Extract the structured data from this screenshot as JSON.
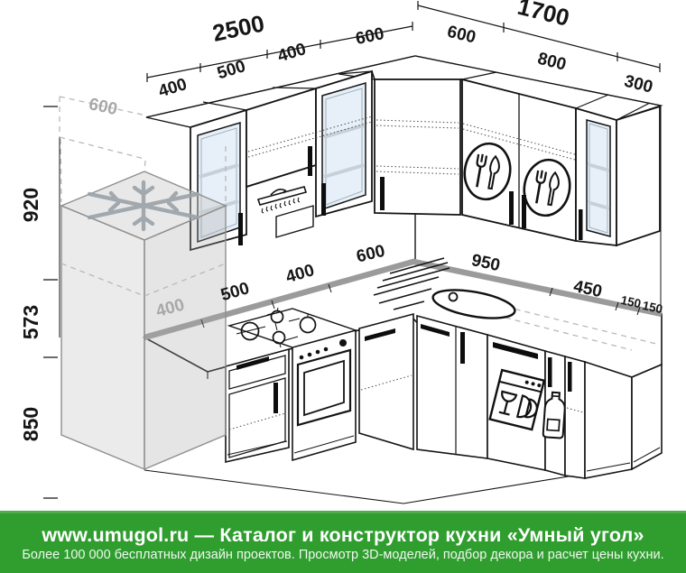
{
  "drawing": {
    "top_chain_left": {
      "total": "2500",
      "seg_fridge": "600",
      "segments": [
        "400",
        "500",
        "400"
      ],
      "seg_corner": "600"
    },
    "top_chain_right": {
      "total": "1700",
      "seg_corner": "600",
      "segments": [
        "800",
        "300"
      ]
    },
    "height_chain": {
      "upper": "920",
      "mid": "573",
      "base": "850"
    },
    "counter_chain": {
      "hidden_left": "400",
      "left": [
        "500",
        "400",
        "600"
      ],
      "right": [
        "950",
        "450",
        "150",
        "150"
      ]
    },
    "icons": [
      "snowflake-icon",
      "extractor-hood-icon",
      "cutlery-icon",
      "cutlery-icon",
      "cooktop-burners-icon",
      "oven-icon",
      "sink-icon",
      "dishwasher-icon",
      "bottle-icon"
    ],
    "colors": {
      "line": "#141414",
      "muted_dim": "#a8a8a8",
      "counter_band": "#9b9b9b",
      "glass": "#e7f0f8",
      "footer_green": "#2f9e2f"
    }
  },
  "footer": {
    "line1": "www.umugol.ru — Каталог и конструктор кухни «Умный угол»",
    "line2": "Более 100 000 бесплатных дизайн проектов. Просмотр 3D-моделей, подбор декора и расчет цены кухни."
  }
}
